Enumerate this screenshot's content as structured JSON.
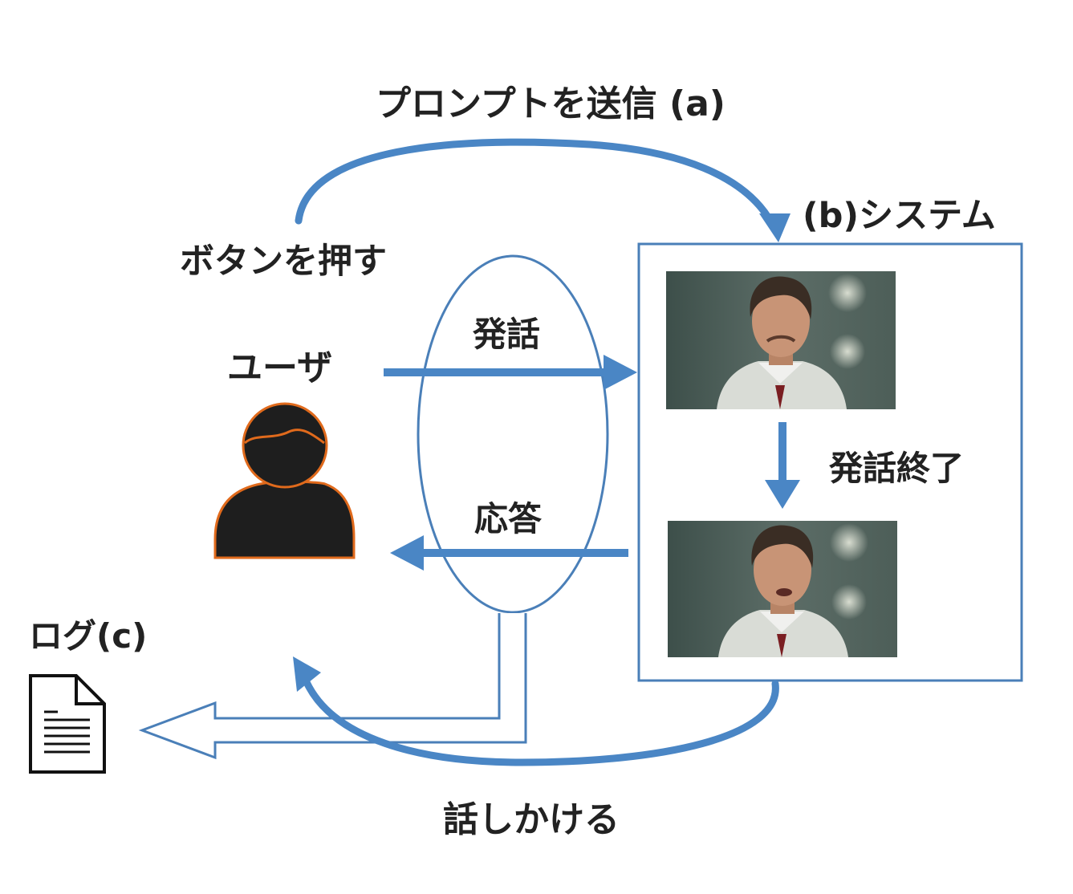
{
  "labels": {
    "send_prompt": "プロンプトを送信 (a)",
    "system": "(b)システム",
    "press_button": "ボタンを押す",
    "user": "ユーザ",
    "utterance": "発話",
    "response": "応答",
    "utterance_end": "発話終了",
    "log": "ログ(c)",
    "talk_to": "話しかける"
  },
  "icons": {
    "user": "person-icon",
    "log": "document-icon",
    "system_before": "doctor-avatar-listening",
    "system_after": "doctor-avatar-speaking"
  },
  "colors": {
    "arrow": "#4A86C5",
    "ellipse": "#4A7FB8",
    "person_fill": "#1E1E1E",
    "person_outline": "#E06A1C",
    "text": "#222222"
  }
}
